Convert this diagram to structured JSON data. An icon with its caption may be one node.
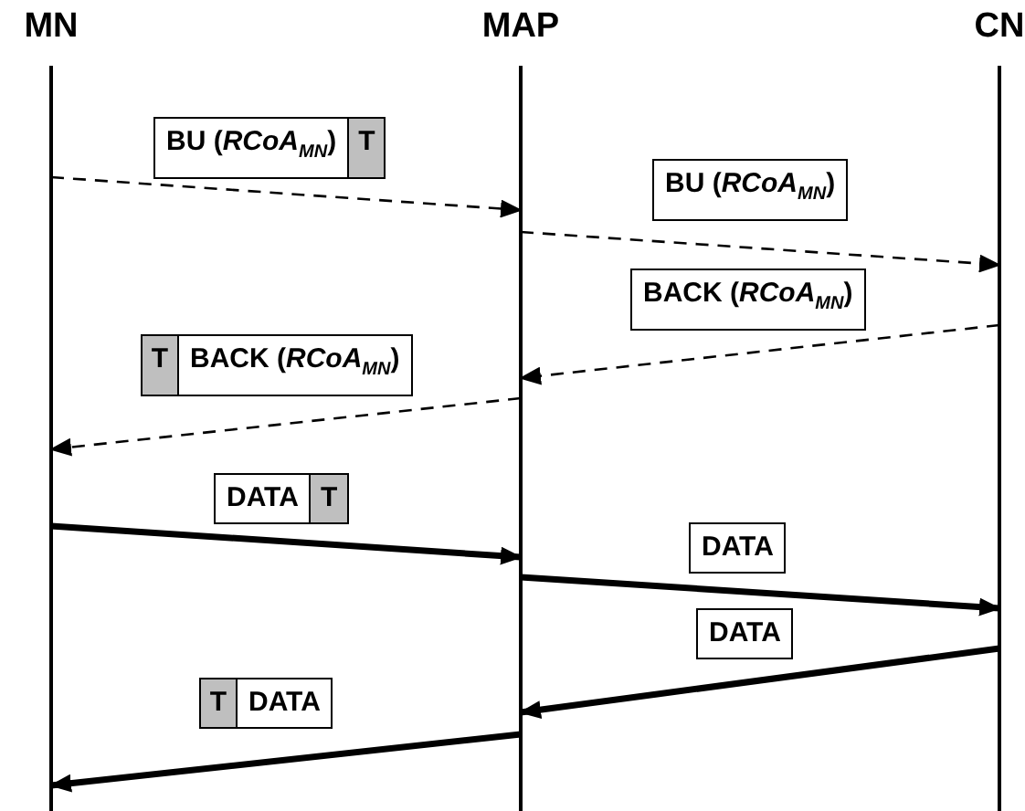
{
  "diagram": {
    "nodes": [
      {
        "text": [
          "MN"
        ]
      },
      {
        "text": [
          "MAP"
        ]
      },
      {
        "text": [
          "CN"
        ]
      }
    ],
    "edges": [
      {
        "from": 0,
        "to": 1,
        "arrow": "to",
        "style": "dashed",
        "label": "BU (*RCoA*$_{MN}$)"
      },
      {
        "from": 1,
        "to": 2,
        "arrow": "to",
        "style": "dashed",
        "label": "BU (*RCoA*$_{MN}$)"
      },
      {
        "from": 2,
        "to": 1,
        "arrow": "to",
        "style": "dashed",
        "label": "BACK (*RCoA*$_{MN}$)"
      },
      {
        "from": 1,
        "to": 0,
        "arrow": "to",
        "style": "dashed",
        "label": "BACK (*RCoA*$_{MN}$)"
      },
      {
        "from": 0,
        "to": 1,
        "arrow": "to",
        "style": "thick",
        "label": "DATA"
      },
      {
        "from": 1,
        "to": 2,
        "arrow": "to",
        "style": "thick",
        "label": "DATA"
      },
      {
        "from": 2,
        "to": 1,
        "arrow": "to",
        "style": "thick",
        "label": "DATA"
      },
      {
        "from": 1,
        "to": 0,
        "arrow": "to",
        "style": "thick",
        "label": "DATA"
      }
    ],
    "labels": [
      "T",
      "T",
      "T",
      "T"
    ]
  }
}
